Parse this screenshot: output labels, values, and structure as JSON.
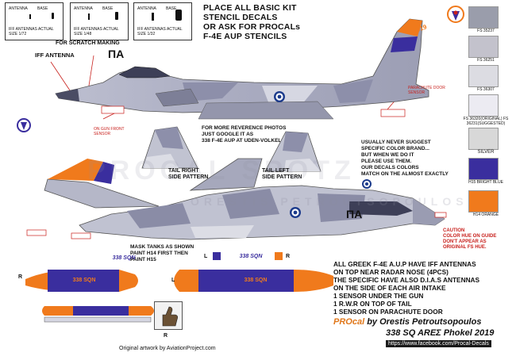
{
  "iff_boxes": [
    {
      "antenna": "ANTENNA",
      "base": "BASE",
      "caption": "IFF ANTENNAS ACTUAL SIZE 1/72"
    },
    {
      "antenna": "ANTENNA",
      "base": "BASE",
      "caption": "IFF ANTENNAS ACTUAL SIZE 1/48"
    },
    {
      "antenna": "ANTENNA",
      "base": "BASE",
      "caption": "IFF ANTENNAS ACTUAL SIZE 1/32"
    }
  ],
  "scratch_label": "FOR SCRATCH MAKING",
  "iff_label": "IFF ANTENNA",
  "pa_code": "ΠΑ",
  "heading_lines": [
    "PLACE ALL BASIC KIT",
    "STENCIL DECALS",
    "OR ASK FOR PROCALs",
    "F-4E AUP STENCILS"
  ],
  "gun_sensor_label": "ON GUN FRONT SENSOR",
  "parachute_label": "PARACHUTE DOOR SENSOR",
  "tail_digits": "2019",
  "reference_lines": [
    "FOR MORE REVERENCE PHOTOS",
    "JUST GOOGLE IT AS",
    "338  F-4E AUP AT UDEN-VOLKEL"
  ],
  "tail_right_label": [
    "TAIL RIGHT",
    "SIDE PATTERN"
  ],
  "tail_left_label": [
    "TAIL LEFT",
    "SIDE PATTERN"
  ],
  "color_note_lines": [
    "USUALLY NEVER SUGGEST",
    "SPECIFIC COLOR BRAND...",
    "BUT WHEN WE DO IT",
    "PLEASE USE THEM.",
    "OUR DECALS COLORS",
    "MATCH ON THE ALMOST EXACTLY"
  ],
  "swatches": [
    {
      "color": "#9a9dab",
      "label": "FS 35237"
    },
    {
      "color": "#c3c2cc",
      "label": "FS 36251"
    },
    {
      "color": "#dcdce2",
      "label": "FS 36307"
    },
    {
      "color": "#ecebf2",
      "label": "FS 36320(ORIGINAL) FS 36231(SUGGESTED)"
    },
    {
      "color": "#d8d8d8",
      "label": "SILVER"
    },
    {
      "color": "#3a2e9e",
      "label": "H15 BRIGHT BLUE"
    },
    {
      "color": "#f07a1c",
      "label": "H14 ORANGE"
    }
  ],
  "caution_lines": [
    "CAUTION",
    "COLOR HUE ON GUIDE",
    "DON'T APPEAR AS",
    "ORIGINAL FS HUE."
  ],
  "mask_note_lines": [
    "MASK TANKS AS SHOWN",
    "PAINT H14 FIRST THEN",
    "PAINT H15"
  ],
  "tank_text": "338 SQN",
  "tank_letters": {
    "right": "R",
    "left": "L"
  },
  "greek_note_lines": [
    "ALL GREEK F-4E A.U.P HAVE IFF ANTENNAS",
    "ON TOP NEAR RADAR NOSE (4PCS)",
    "THE SPECIFIC HAVE ALSO D.I.A.S ANTENNAS",
    "ON THE SIDE OF EACH AIR INTAKE",
    "1 SENSOR UNDER THE GUN",
    "1 R.W.R ON TOP OF TAIL",
    "1 SENSOR ON PARACHUTE DOOR"
  ],
  "credit_line1_brand": "PROcal",
  "credit_line1_rest": " by Orestis Petroutsopoulos",
  "credit_line2": "338 SQ AREΣ  Phokel 2019",
  "credit_url": "https://www.facebook.com/Procal-Decals",
  "artwork_credit": "Original artwork by  AviationProject.com",
  "watermark_top": "PROCAL SPOTZ",
  "watermark_bottom": "ORESTIS PETROUTSOPOULOS"
}
